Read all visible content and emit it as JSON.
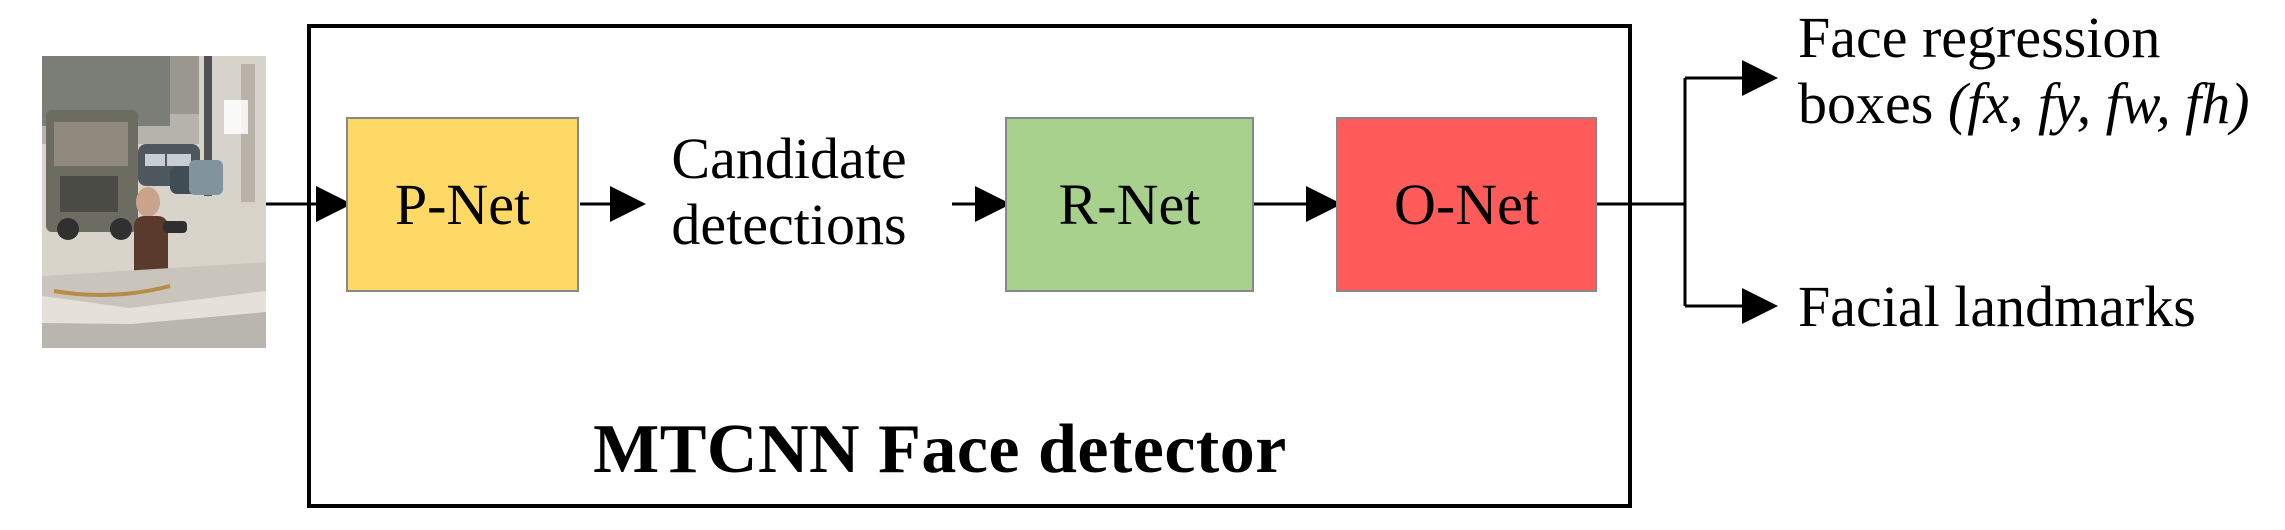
{
  "diagram": {
    "stages": {
      "pnet": "P-Net",
      "rnet": "R-Net",
      "onet": "O-Net"
    },
    "candidate": {
      "line1": "Candidate",
      "line2": "detections"
    },
    "outputs": {
      "regression_line1": "Face regression",
      "regression_prefix": "boxes",
      "regression_math": "(fx, fy, fw, fh)",
      "landmarks": "Facial landmarks"
    },
    "detector_title": "MTCNN Face detector"
  },
  "colors": {
    "pnet": "#FFD966",
    "rnet": "#A9D18E",
    "onet": "#FF5B5B",
    "line": "#000000",
    "frame": "#000000",
    "stage_border": "#888888"
  }
}
